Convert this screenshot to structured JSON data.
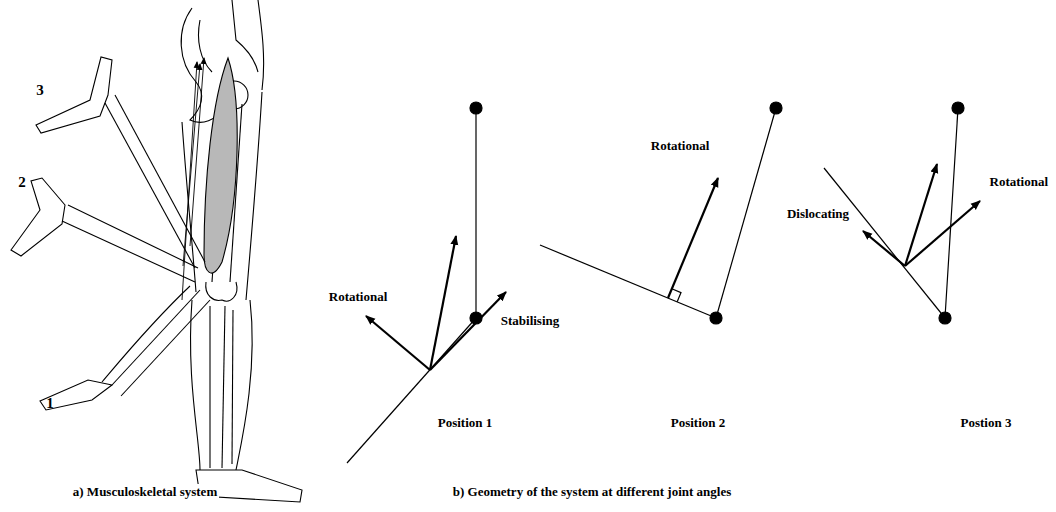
{
  "diagram": {
    "labels": [
      "3",
      "2",
      "1",
      "Rotational",
      "Stabilising",
      "Position 1",
      "Rotational",
      "Position 2",
      "Dislocating",
      "Rotational",
      "Postion 3",
      "a) Musculoskeletal system",
      "b) Geometry of the system at different joint angles"
    ]
  }
}
